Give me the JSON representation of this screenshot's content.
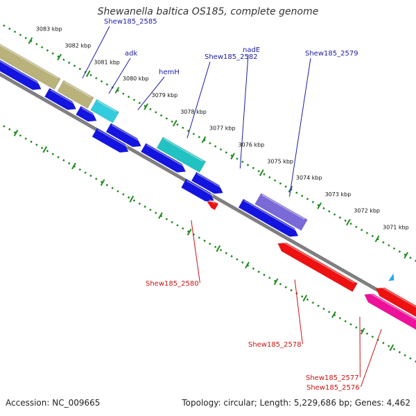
{
  "title": "Shewanella baltica OS185, complete genome",
  "accession": "Accession: NC_009665",
  "summary": "Topology: circular; Length: 5,229,686 bp; Genes: 4,462",
  "colors": {
    "backbone": "#7f7f7f",
    "grid": "#1f8a1f",
    "forward_label": "#1a1aa8",
    "reverse_label": "#cc1111",
    "cds_blue": "#1414e0",
    "cds_red": "#ee1111",
    "cds_magenta": "#ee1199",
    "feature_tan": "#b9b27a",
    "feature_cyan": "#33ccdd",
    "feature_teal": "#22c2c2",
    "feature_purple": "#7a6ad8",
    "marker": "#22aaee"
  },
  "ticks": [
    "3083 kbp",
    "3082 kbp",
    "3081 kbp",
    "3080 kbp",
    "3079 kbp",
    "3078 kbp",
    "3077 kbp",
    "3076 kbp",
    "3075 kbp",
    "3074 kbp",
    "3073 kbp",
    "3072 kbp",
    "3071 kbp"
  ],
  "forward_genes": [
    "Shew185_2585",
    "adk",
    "hemH",
    "Shew185_2582",
    "nadE",
    "Shew185_2579"
  ],
  "reverse_genes": [
    "Shew185_2580",
    "Shew185_2578",
    "Shew185_2577",
    "Shew185_2576"
  ]
}
